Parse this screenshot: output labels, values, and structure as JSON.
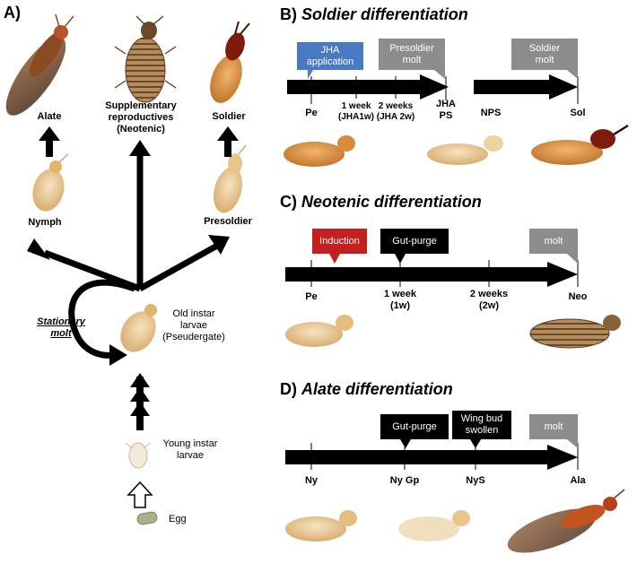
{
  "panel_a": {
    "label": "A)",
    "stages": {
      "alate": "Alate",
      "neotenic": "Supplementary\nreproductives\n(Neotenic)",
      "soldier": "Soldier",
      "nymph": "Nymph",
      "presoldier": "Presoldier",
      "stationary_molt": "Stationary\nmolt",
      "old_instar": "Old instar\nlarvae\n(Pseudergate)",
      "young_instar": "Young instar\nlarvae",
      "egg": "Egg"
    }
  },
  "panel_b": {
    "letter": "B)",
    "title": "Soldier differentiation",
    "callouts": {
      "jha": "JHA\napplication",
      "presoldier_molt": "Presoldier\nmolt",
      "soldier_molt": "Soldier\nmolt"
    },
    "ticks": {
      "pe": "Pe",
      "w1": "1 week\n(JHA1w)",
      "w2": "2 weeks\n(JHA 2w)",
      "jha_ps": "JHA\nPS",
      "nps": "NPS",
      "sol": "Sol"
    }
  },
  "panel_c": {
    "letter": "C)",
    "title": "Neotenic differentiation",
    "callouts": {
      "induction": "Induction",
      "gut_purge": "Gut-purge",
      "molt": "molt"
    },
    "ticks": {
      "pe": "Pe",
      "w1": "1 week\n(1w)",
      "w2": "2 weeks\n(2w)",
      "neo": "Neo"
    }
  },
  "panel_d": {
    "letter": "D)",
    "title": "Alate differentiation",
    "callouts": {
      "gut_purge": "Gut-purge",
      "wing_bud": "Wing bud\nswollen",
      "molt": "molt"
    },
    "ticks": {
      "ny": "Ny",
      "ny_gp": "Ny Gp",
      "nys": "NyS",
      "ala": "Ala"
    }
  },
  "colors": {
    "jha_callout": "#4a79c4",
    "induction_callout": "#c21f1f",
    "gray_callout": "#8c8c8c",
    "black_callout": "#000000",
    "pale_termite": "#e9c793",
    "dark_termite": "#7a4a25",
    "soldier_head": "#7e1c0c"
  }
}
